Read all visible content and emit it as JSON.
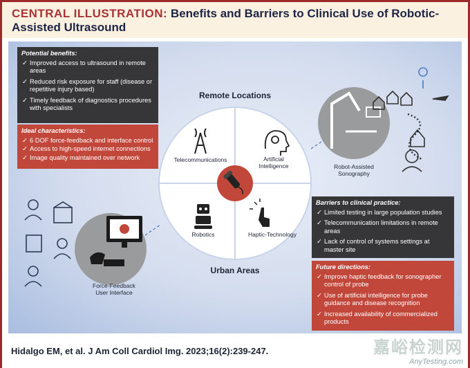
{
  "header": {
    "lead": "CENTRAL ILLUSTRATION:",
    "title": "Benefits and Barriers to Clinical Use of Robotic-Assisted Ultrasound"
  },
  "benefits": {
    "title": "Potential benefits:",
    "items": [
      "Improved access to ultrasound in remote areas",
      "Reduced risk exposure for staff (disease or repetitive injury based)",
      "Timely feedback of diagnostics procedures with specialists"
    ]
  },
  "ideal": {
    "title": "Ideal characteristics:",
    "items": [
      "6 DOF force-feedback and interface control",
      "Access to high-speed internet connections",
      "Image quality maintained over network"
    ]
  },
  "barriers": {
    "title": "Barriers to clinical practice:",
    "items": [
      "Limited testing in large population studies",
      "Telecommunication limitations in remote areas",
      "Lack of control of systems settings at master site"
    ]
  },
  "future": {
    "title": "Future directions:",
    "items": [
      "Improve haptic feedback for sonographer control of probe",
      "Use of artificial intelligence for probe guidance and disease recognition",
      "Increased availability of commercialized products"
    ]
  },
  "diagram": {
    "remote": "Remote Locations",
    "urban": "Urban Areas",
    "telecom": "Telecommunications",
    "ai": "Artificial Intelligence",
    "robotics": "Robotics",
    "haptic": "Haptic-Technology",
    "robot_sono": "Robot-Assisted Sonography",
    "force": "Force-Feedback User Interface"
  },
  "citation": "Hidalgo EM, et al. J Am Coll Cardiol Img. 2023;16(2):239-247.",
  "watermark": {
    "cn": "嘉峪检测网",
    "en": "AnyTesting.com"
  },
  "colors": {
    "accent_red": "#c2473b",
    "dark": "#363638",
    "frame": "#9c2a2d"
  }
}
